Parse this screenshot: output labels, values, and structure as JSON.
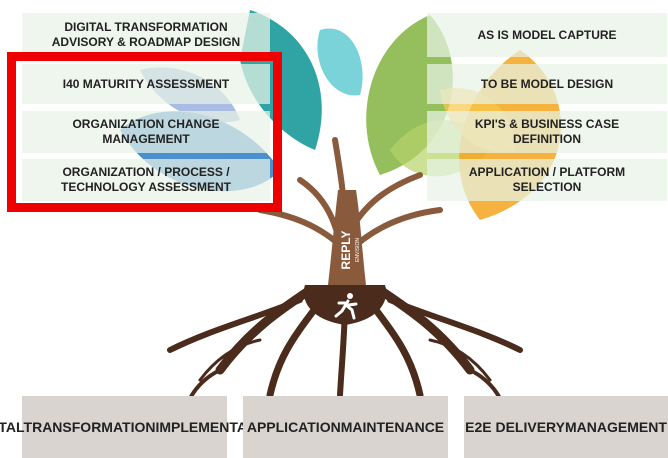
{
  "left_boxes": [
    {
      "line1": "DIGITAL TRANSFORMATION",
      "line2": "ADVISORY & ROADMAP DESIGN"
    },
    {
      "line1": "I40 MATURITY ASSESSMENT",
      "line2": ""
    },
    {
      "line1": "ORGANIZATION CHANGE",
      "line2": "MANAGEMENT"
    },
    {
      "line1": "ORGANIZATION / PROCESS /",
      "line2": "TECHNOLOGY ASSESSMENT"
    }
  ],
  "right_boxes": [
    {
      "line1": "AS IS MODEL CAPTURE",
      "line2": ""
    },
    {
      "line1": "TO BE MODEL DESIGN",
      "line2": ""
    },
    {
      "line1": "KPI'S & BUSINESS CASE",
      "line2": "DEFINITION"
    },
    {
      "line1": "APPLICATION / PLATFORM",
      "line2": "SELECTION"
    }
  ],
  "bottom_boxes": [
    {
      "line1": "DIGITAL",
      "line2": "TRANSFORMATION",
      "line3": "IMPLEMENTATION"
    },
    {
      "line1": "APPLICATION",
      "line2": "MAINTENANCE",
      "line3": ""
    },
    {
      "line1": "E2E DELIVERY",
      "line2": "MANAGEMENT",
      "line3": ""
    }
  ],
  "brand": {
    "name": "REPLY",
    "sub": "ENVISION"
  },
  "colors": {
    "highlight": "#ee0000",
    "trunk": "#8a5a3c",
    "roots": "#4a2b1c",
    "leaf_teal": "#1a9a9a",
    "leaf_blue": "#2b7cc4",
    "leaf_green": "#8ab84a",
    "leaf_orange": "#f3a51c",
    "box_bg": "#e8f2e6",
    "bottom_bg": "#d9d4cf"
  }
}
